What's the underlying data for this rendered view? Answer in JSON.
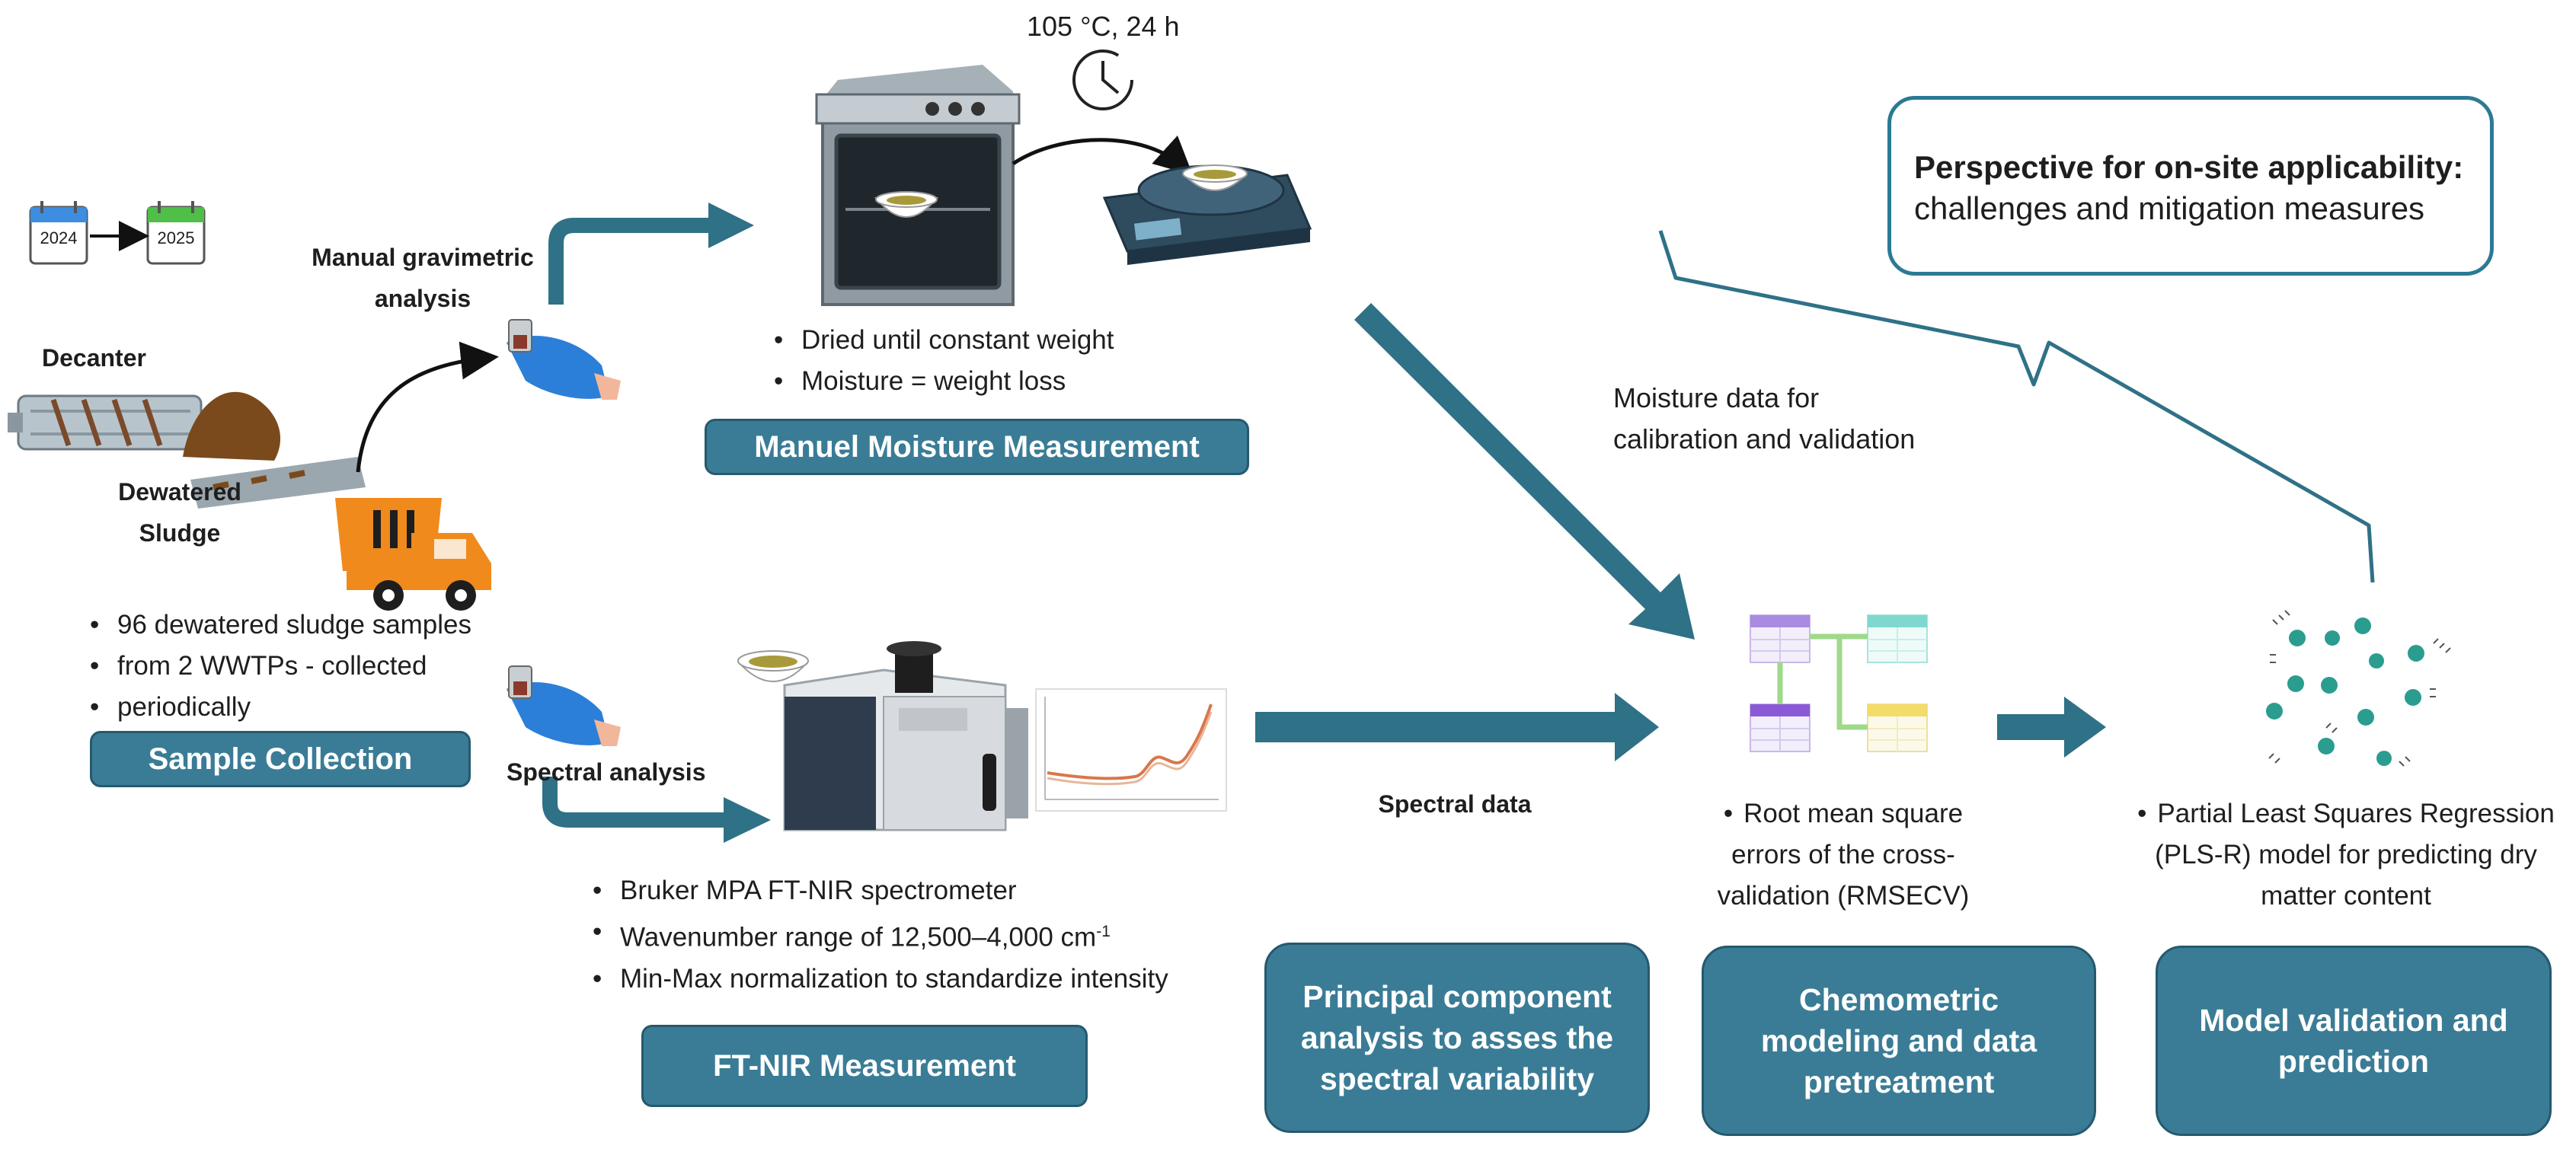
{
  "diagram": {
    "calendar_from": "2024",
    "calendar_to": "2025",
    "labels": {
      "decanter": "Decanter",
      "dewatered_line1": "Dewatered",
      "dewatered_line2": "Sludge",
      "manual_line1": "Manual gravimetric",
      "manual_line2": "analysis",
      "spectral_analysis": "Spectral analysis",
      "oven_condition": "105 °C, 24 h",
      "spectral_data": "Spectral data",
      "moisture_line1": "Moisture data for",
      "moisture_line2": "calibration and validation"
    },
    "sample_bullets": [
      "96 dewatered sludge samples",
      "from 2 WWTPs - collected",
      "periodically"
    ],
    "moisture_bullets": [
      "Dried until constant weight",
      "Moisture = weight loss"
    ],
    "nir_bullets": [
      "Bruker MPA FT-NIR spectrometer",
      "Wavenumber range of 12,500–4,000 cm",
      "Min-Max normalization to standardize intensity"
    ],
    "nir_superscript": "-1",
    "rmsecv_lines": [
      "Root mean square",
      "errors of the cross-",
      "validation (RMSECV)"
    ],
    "plsr_lines": [
      "Partial Least Squares Regression",
      "(PLS-R) model for predicting dry",
      "matter content"
    ],
    "boxes": {
      "sample_collection": "Sample Collection",
      "manual_moisture": "Manuel Moisture Measurement",
      "ftnir": "FT-NIR  Measurement",
      "pca_line1": "Principal component",
      "pca_line2": "analysis to asses the",
      "pca_line3": "spectral variability",
      "chemo_line1": "Chemometric",
      "chemo_line2": "modeling and data",
      "chemo_line3": "pretreatment",
      "model_line1": "Model validation and",
      "model_line2": "prediction"
    },
    "perspective_bold": "Perspective for on-site applicability:",
    "perspective_rest": "challenges and mitigation measures",
    "colors": {
      "teal": "#3a7c96",
      "arrow": "#2f7187",
      "dot": "#2a9d8f",
      "truck": "#f08a1c"
    }
  }
}
